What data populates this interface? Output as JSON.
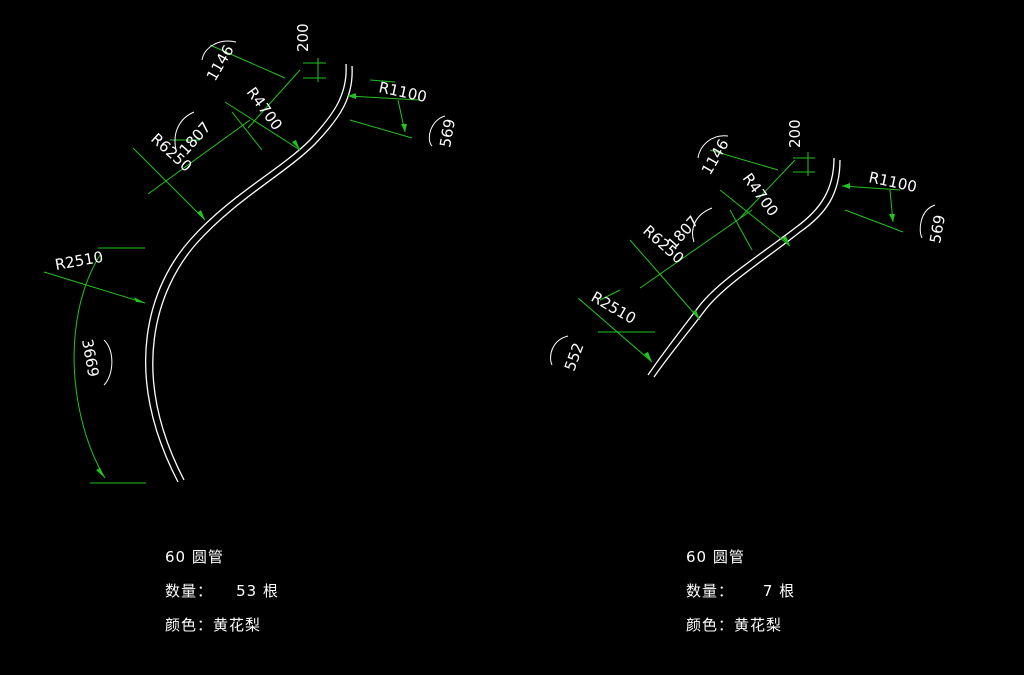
{
  "colors": {
    "background": "#000000",
    "pipe": "#ffffff",
    "dimension": "#22c41f",
    "text": "#ffffff"
  },
  "drawings": [
    {
      "dimensions": {
        "d200": "200",
        "d1146": "1146",
        "r4700": "R4700",
        "r1100": "R1100",
        "d569": "569",
        "d1807": "1807",
        "r6250": "R6250",
        "r2510": "R2510",
        "d3669": "3669"
      },
      "notes": {
        "line1": "60 圆管",
        "line2": "数量：    53 根",
        "line3": "颜色：黄花梨"
      }
    },
    {
      "dimensions": {
        "d200": "200",
        "d1146": "1146",
        "r4700": "R4700",
        "r1100": "R1100",
        "d569": "569",
        "d1807": "1807",
        "r6250": "R6250",
        "r2510": "R2510",
        "d552": "552"
      },
      "notes": {
        "line1": "60 圆管",
        "line2": "数量：     7 根",
        "line3": "颜色：黄花梨"
      }
    }
  ]
}
